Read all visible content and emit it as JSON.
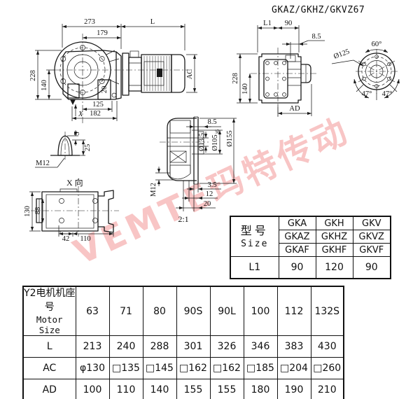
{
  "title": "GKAZ/GKHZ/GKVZ67",
  "watermark": "VEMTE玛特传动",
  "labels": {
    "front": {
      "d273": "273",
      "d179": "179",
      "dL": "L",
      "d228": "228",
      "d140": "140",
      "d125": "125",
      "d182": "182",
      "dAC": "AC",
      "d20": "20",
      "x": "X"
    },
    "side": {
      "dL1": "L1",
      "d90": "90",
      "d85": "8.5",
      "d228": "228",
      "d140": "140",
      "dAD": "AD"
    },
    "flange": {
      "a60": "60°",
      "d125": "Ø125",
      "a47a": "47°",
      "a47b": "47°"
    },
    "detail": {
      "d85": "8.5",
      "d135": "Ø13.5",
      "d105": "Ø105",
      "tol": "j6",
      "d155": "Ø155",
      "m12": "M12",
      "d35": "3.5",
      "d12": "12",
      "d20": "20",
      "scale": "2:1"
    },
    "eyebolt": {
      "d5": "5",
      "d25": "25",
      "m12": "M12"
    },
    "xview": {
      "title": "X 向",
      "d130": "130",
      "d88": "88",
      "d42": "42",
      "d110": "110"
    }
  },
  "size_table": {
    "header_zh": "型号",
    "header_en": "Size",
    "rows": [
      [
        "GKA",
        "GKH",
        "GKV"
      ],
      [
        "GKAZ",
        "GKHZ",
        "GKVZ"
      ],
      [
        "GKAF",
        "GKHF",
        "GKVF"
      ]
    ],
    "l1": {
      "label": "L1",
      "values": [
        "90",
        "120",
        "90"
      ]
    }
  },
  "motor_table": {
    "header_zh": "Y2电机机座号",
    "header_en": "Motor Size",
    "sizes": [
      "63",
      "71",
      "80",
      "90S",
      "90L",
      "100",
      "112",
      "132S"
    ],
    "rows": [
      {
        "label": "L",
        "values": [
          "213",
          "240",
          "288",
          "301",
          "326",
          "346",
          "383",
          "430"
        ]
      },
      {
        "label": "AC",
        "values": [
          "φ130",
          "□135",
          "□145",
          "□162",
          "□162",
          "□185",
          "□204",
          "□260"
        ]
      },
      {
        "label": "AD",
        "values": [
          "100",
          "110",
          "140",
          "155",
          "155",
          "180",
          "190",
          "210"
        ]
      }
    ]
  }
}
